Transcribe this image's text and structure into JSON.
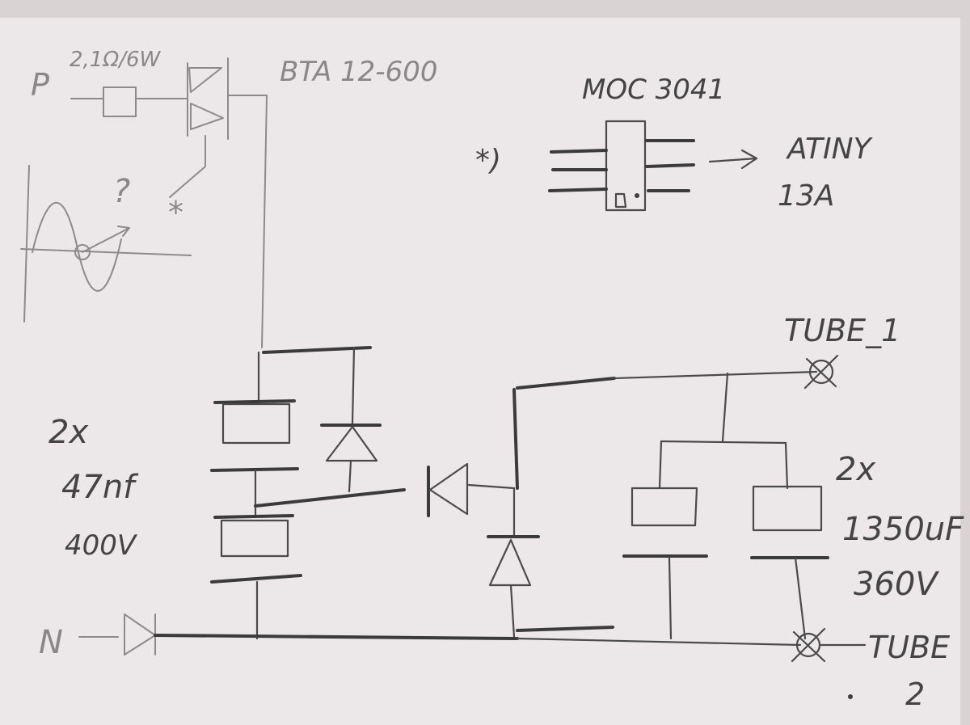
{
  "labels": {
    "p_terminal": "P",
    "resistor": "2,1Ω/6W",
    "triac": "BTA 12-600",
    "question": "?",
    "asterisk": "*",
    "optocoupler": "MOC 3041",
    "opto_ref": "*)",
    "mcu_line1": "ATINY",
    "mcu_line2": "13A",
    "tube1": "TUBE_1",
    "tube2_line1": "TUBE",
    "tube2_line2": "2",
    "n_terminal": "N",
    "cap_left_line1": "2x",
    "cap_left_line2": "47nf",
    "cap_left_line3": "400V",
    "cap_right_line1": "2x",
    "cap_right_line2": "1350uF",
    "cap_right_line3": "360V"
  }
}
